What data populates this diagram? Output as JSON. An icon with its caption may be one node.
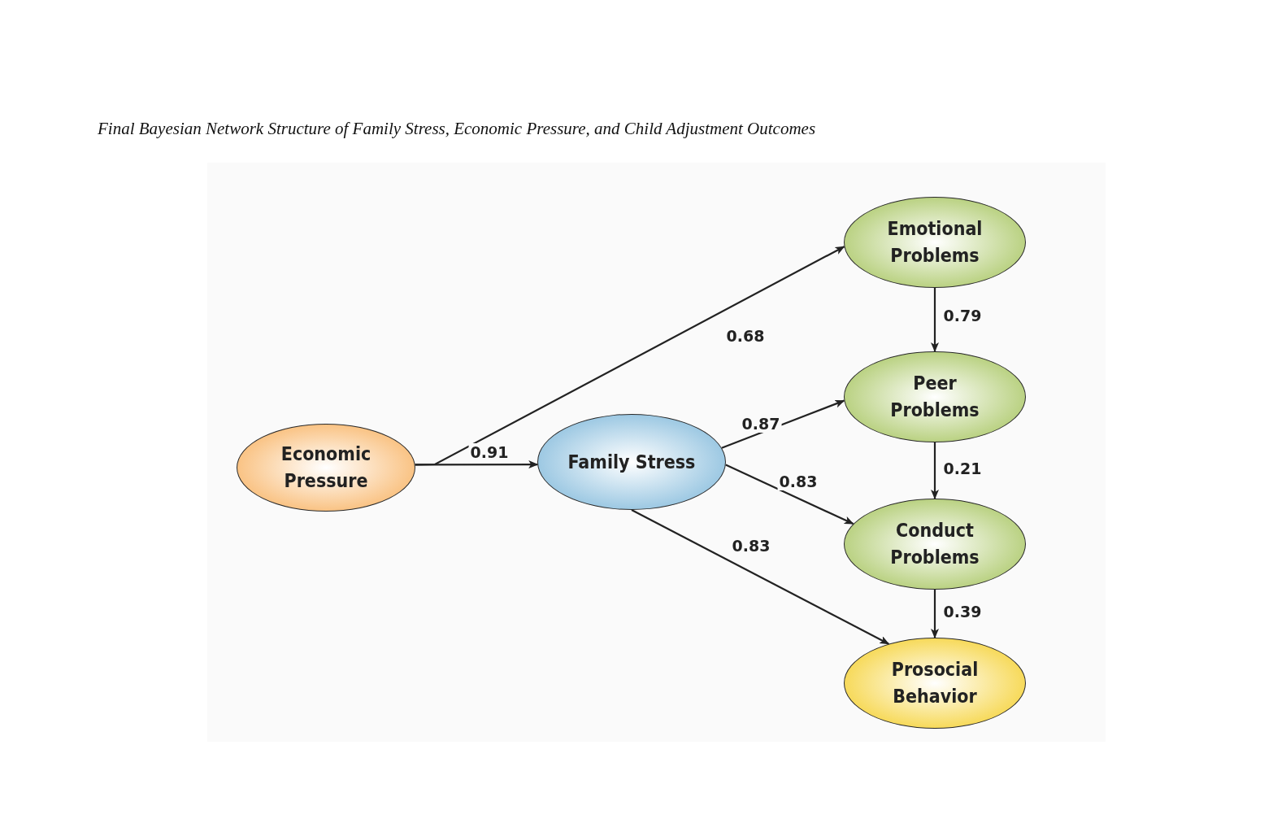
{
  "diagram": {
    "title": "Final Bayesian Network Structure of Family Stress, Economic Pressure, and Child Adjustment Outcomes",
    "nodes": [
      {
        "text": [
          "Economic Pressure"
        ]
      },
      {
        "text": [
          "Family Stress"
        ]
      },
      {
        "text": [
          "Emotional Problems"
        ]
      },
      {
        "text": [
          "Peer Problems"
        ]
      },
      {
        "text": [
          "Conduct Problems"
        ]
      },
      {
        "text": [
          "Prosocial Behavior"
        ]
      }
    ],
    "edges": [
      {
        "from": 0,
        "to": 1,
        "arrow": "to",
        "label": "0.91"
      },
      {
        "from": 0,
        "to": 2,
        "arrow": "to",
        "label": "0.68"
      },
      {
        "from": 1,
        "to": 3,
        "arrow": "to",
        "label": "0.87"
      },
      {
        "from": 1,
        "to": 4,
        "arrow": "to",
        "label": "0.83"
      },
      {
        "from": 1,
        "to": 5,
        "arrow": "to",
        "label": "0.83"
      },
      {
        "from": 2,
        "to": 3,
        "arrow": "to",
        "label": "0.79"
      },
      {
        "from": 3,
        "to": 4,
        "arrow": "to",
        "label": "0.21"
      },
      {
        "from": 4,
        "to": 5,
        "arrow": "to",
        "label": "0.39"
      }
    ]
  }
}
